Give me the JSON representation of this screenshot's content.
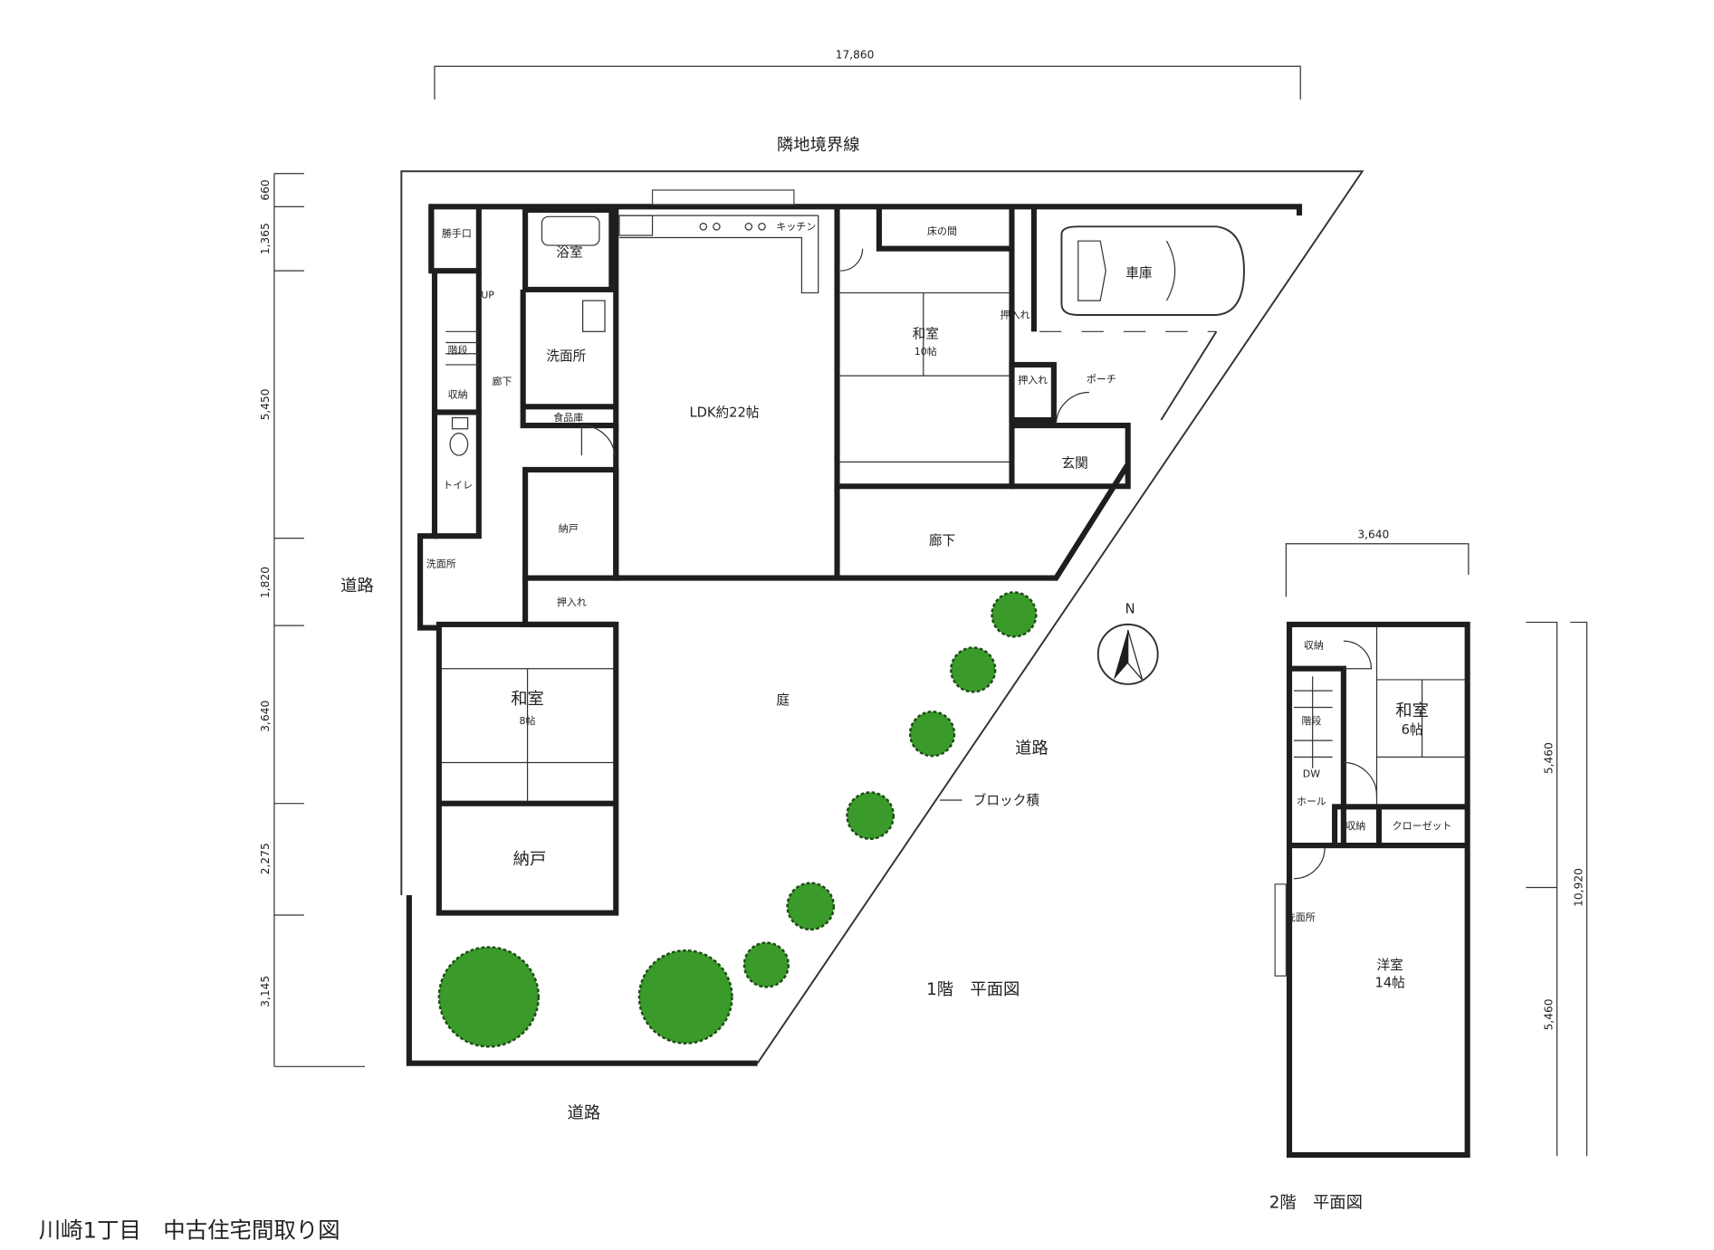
{
  "title": "川崎1丁目　中古住宅間取り図",
  "floor1": {
    "label": "1階　平面図",
    "boundary_label": "隣地境界線",
    "top_dimension": "17,860",
    "left_dimensions": [
      "660",
      "1,365",
      "5,450",
      "1,820",
      "3,640",
      "2,275",
      "3,145"
    ],
    "roads": [
      "道路",
      "道路",
      "道路"
    ],
    "block_wall": "ブロック積",
    "north": "N",
    "rooms": {
      "back_door": "勝手口",
      "bath": "浴室",
      "kitchen": "キッチン",
      "tokonoma": "床の間",
      "garage": "車庫",
      "washitsu10": "和室",
      "washitsu10_size": "10帖",
      "closet_small": "押入れ",
      "closet_mid": "押入れ",
      "porch": "ポーチ",
      "washroom": "洗面所",
      "stairs": "階段",
      "up": "UP",
      "hall_west": "廊下",
      "storage": "収納",
      "pantry": "食品庫",
      "ldk": "LDK約22帖",
      "entrance": "玄関",
      "toilet": "トイレ",
      "nando1": "納戸",
      "hall_south": "廊下",
      "washroom2": "洗面所",
      "closet_low": "押入れ",
      "washitsu8": "和室",
      "washitsu8_size": "8帖",
      "garden": "庭",
      "nando2": "納戸"
    }
  },
  "floor2": {
    "label": "2階　平面図",
    "top_dimension": "3,640",
    "right_dimensions": [
      "5,460",
      "10,920",
      "5,460"
    ],
    "rooms": {
      "storage1": "収納",
      "stairs": "階段",
      "down": "DW",
      "hall": "ホール",
      "washitsu6": "和室",
      "washitsu6_size": "6帖",
      "storage2": "収納",
      "closet": "クローゼット",
      "washroom": "洗面所",
      "western": "洋室",
      "western_size": "14帖"
    }
  },
  "colors": {
    "wall": "#1e1e1e",
    "tree": "#3a9a2a"
  }
}
